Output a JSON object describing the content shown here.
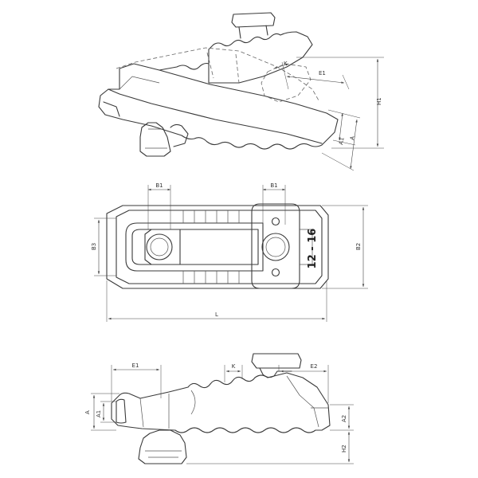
{
  "views": {
    "tilted": {
      "labels": {
        "H1": "H1",
        "E1": "E1",
        "K": "K",
        "A1": "A1",
        "A": "A"
      }
    },
    "top": {
      "labels": {
        "B1_left": "B1",
        "B1_right": "B1",
        "B3": "B3",
        "B2": "B2",
        "L": "L"
      },
      "size_marking": "12 - 16"
    },
    "side": {
      "labels": {
        "E1": "E1",
        "K": "K",
        "E2": "E2",
        "A": "A",
        "A1": "A1",
        "A2": "A2",
        "H2": "H2"
      }
    }
  }
}
